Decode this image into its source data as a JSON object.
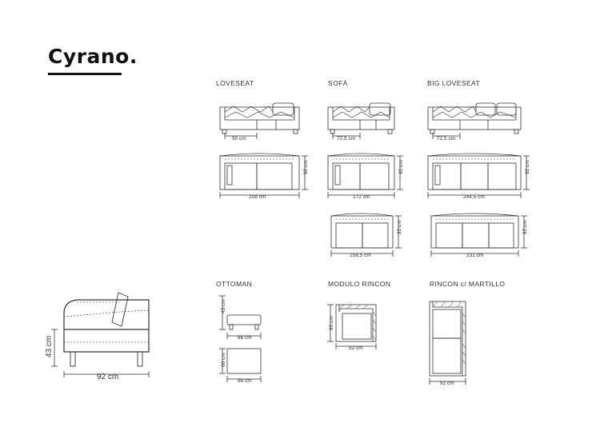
{
  "brand": {
    "name": "Cyrano."
  },
  "models": {
    "loveseat": "LOVESEAT",
    "sofa": "SOFÁ",
    "big_loveseat": "BIG LOVESEAT",
    "ottoman": "OTTOMAN",
    "modulo_rincon": "MODULO RINCON",
    "rincon_martillo": "RINCON c/ MARTILLO"
  },
  "dimensions": {
    "loveseat_seat": "90 cm",
    "loveseat_width": "208 cm",
    "loveseat_depth": "92 cm",
    "sofa_seat": "72,5 cm",
    "sofa_width": "172 cm",
    "sofa_depth": "92 cm",
    "sofa2_width": "158,5 cm",
    "sofa2_depth": "92 cm",
    "big_seat": "72,5 cm",
    "big_width": "244,5 cm",
    "big_depth": "92 cm",
    "big2_width": "231 cm",
    "big2_depth": "92 cm",
    "ottoman_height": "43 cm",
    "ottoman_width": "86 cm",
    "ottoman_depth": "60 cm",
    "ottoman_width2": "86 cm",
    "rincon_depth": "92 cm",
    "rincon_width": "92 cm",
    "martillo_width": "92 cm",
    "side_height": "43 cm",
    "side_depth": "92 cm"
  }
}
